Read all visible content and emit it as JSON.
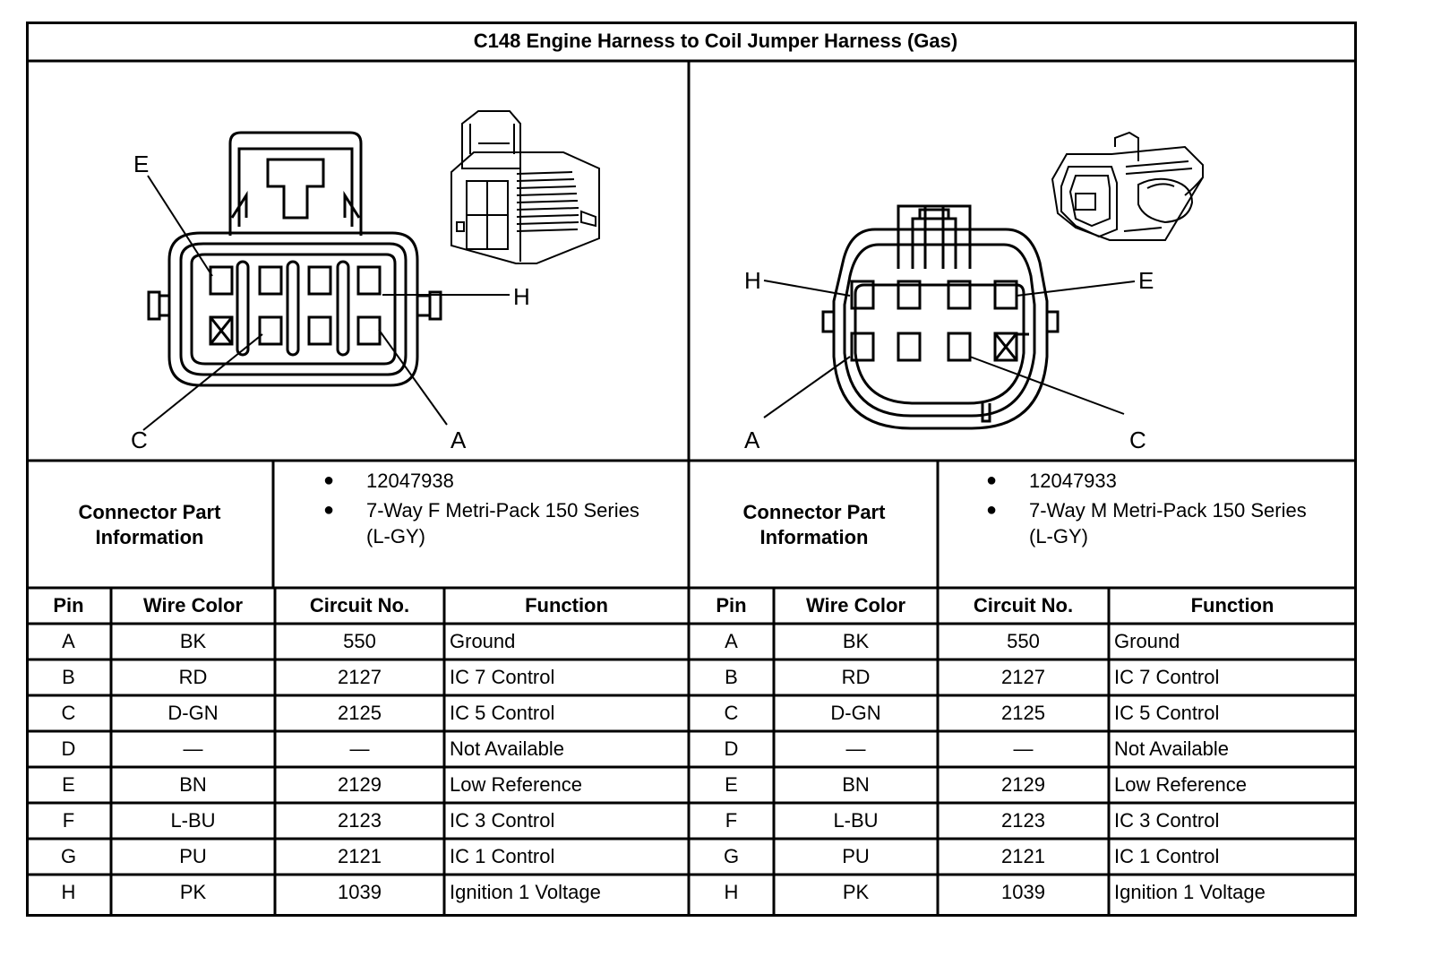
{
  "title": "C148 Engine Harness to Coil Jumper Harness (Gas)",
  "left": {
    "callouts": [
      "E",
      "H",
      "C",
      "A"
    ],
    "cpi_label_1": "Connector Part",
    "cpi_label_2": "Information",
    "part_number": "12047938",
    "description": "7-Way F Metri-Pack 150 Series",
    "color": "(L-GY)"
  },
  "right": {
    "callouts": [
      "H",
      "E",
      "A",
      "C"
    ],
    "cpi_label_1": "Connector Part",
    "cpi_label_2": "Information",
    "part_number": "12047933",
    "description": "7-Way M Metri-Pack 150 Series",
    "color": "(L-GY)"
  },
  "headers": [
    "Pin",
    "Wire Color",
    "Circuit No.",
    "Function"
  ],
  "rows": [
    [
      "A",
      "BK",
      "550",
      "Ground"
    ],
    [
      "B",
      "RD",
      "2127",
      "IC 7 Control"
    ],
    [
      "C",
      "D-GN",
      "2125",
      "IC 5 Control"
    ],
    [
      "D",
      "—",
      "—",
      "Not Available"
    ],
    [
      "E",
      "BN",
      "2129",
      "Low Reference"
    ],
    [
      "F",
      "L-BU",
      "2123",
      "IC 3 Control"
    ],
    [
      "G",
      "PU",
      "2121",
      "IC 1 Control"
    ],
    [
      "H",
      "PK",
      "1039",
      "Ignition 1 Voltage"
    ]
  ]
}
